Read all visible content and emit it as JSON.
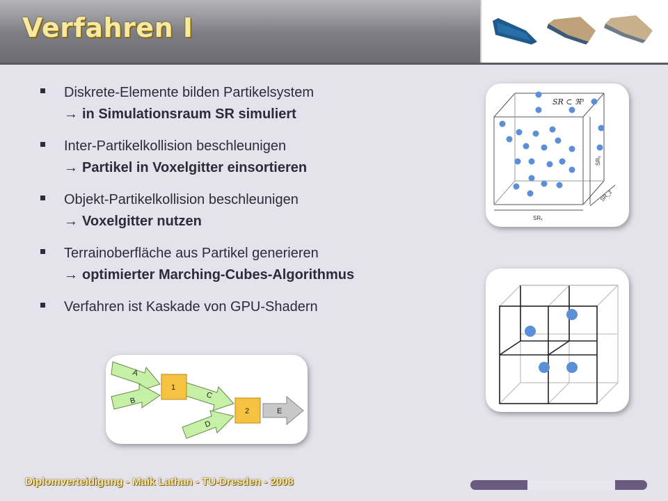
{
  "slide": {
    "title": "Verfahren I",
    "footer": "Diplomverteidigung - Maik Lathan - TU-Dresden - 2008"
  },
  "bullets": [
    {
      "text": "Diskrete-Elemente bilden Partikelsystem",
      "result": "in Simulationsraum SR simuliert"
    },
    {
      "text": "Inter-Partikelkollision beschleunigen",
      "result": "Partikel in Voxelgitter einsortieren"
    },
    {
      "text": "Objekt-Partikelkollision beschleunigen",
      "result": "Voxelgitter nutzen"
    },
    {
      "text": "Terrainoberfläche aus Partikel generieren",
      "result": "optimierter Marching-Cubes-Algorithmus"
    },
    {
      "text": "Verfahren ist Kaskade von GPU-Shadern"
    }
  ],
  "simulation_space": {
    "label": "SR ⊂ ℜ³",
    "x_axis": "SRₓ",
    "y_axis": "SRᵧ",
    "z_axis": "SR_z"
  },
  "pipeline": {
    "inputs": [
      "A",
      "B",
      "C",
      "D"
    ],
    "nodes": [
      "1",
      "2"
    ],
    "output": "E"
  },
  "colors": {
    "particle": "#5b8fd6",
    "title": "#f7e9a0",
    "arrow_fill": "#c6f0a6",
    "node_fill": "#f5c242",
    "output_arrow": "#c8c8c8"
  },
  "icons": {
    "bullet": "square-bullet",
    "arrow": "right-arrow-icon"
  }
}
